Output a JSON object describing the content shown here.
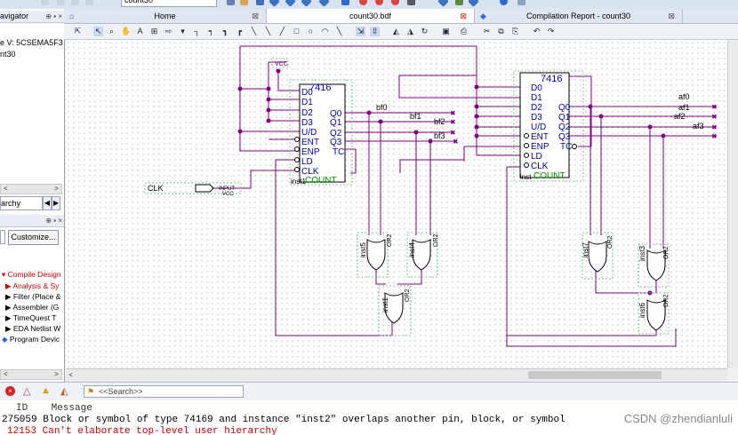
{
  "window": {
    "revision_combo": "count30"
  },
  "project_navigator": {
    "title": "avigator",
    "device": "e V: 5CSEMA5F3",
    "top_entity": "nt30"
  },
  "hierarchy_combo": "archy",
  "tasks": {
    "customize_label": "Customize...",
    "items": [
      "Compile Design",
      "Analysis & Sy",
      "Filter (Place &",
      "Assembler (G",
      "TimeQuest T",
      "EDA Netlist W",
      "Program Devic"
    ]
  },
  "tabs": [
    {
      "label": "Home"
    },
    {
      "label": "count30.bdf"
    },
    {
      "label": "Compilation Report - count30"
    }
  ],
  "schematic": {
    "vcc_label": "VCC",
    "counters": [
      {
        "type": "7416",
        "instance": "inst1",
        "footer": "COUNT",
        "pins": [
          "D0",
          "D1",
          "D2",
          "D3",
          "U/D",
          "ENT",
          "ENP",
          "LD",
          "CLK"
        ],
        "outputs": [
          "Q0",
          "Q1",
          "Q2",
          "Q3",
          "TC"
        ]
      },
      {
        "type": "7416",
        "instance": "inst",
        "footer": "COUNT",
        "pins": [
          "D0",
          "D1",
          "D2",
          "D3",
          "U/D",
          "ENT",
          "ENP",
          "LD",
          "CLK"
        ],
        "outputs": [
          "Q0",
          "Q1",
          "Q2",
          "Q3",
          "TC"
        ]
      }
    ],
    "input_pin": {
      "name": "CLK",
      "type": "INPUT",
      "label": "VCC"
    },
    "wire_labels_left": [
      "bf0",
      "bf1",
      "bf2",
      "bf3"
    ],
    "wire_labels_right": [
      "af0",
      "af1",
      "af2",
      "af3"
    ],
    "gates": [
      {
        "instance": "inst5",
        "type": "OR2"
      },
      {
        "instance": "inst4",
        "type": "OR2"
      },
      {
        "instance": "inst1",
        "type": "OR2"
      },
      {
        "instance": "inst7",
        "type": "OR2"
      },
      {
        "instance": "inst3",
        "type": "OR2"
      },
      {
        "instance": "inst6",
        "type": "OR2"
      }
    ]
  },
  "messages_panel": {
    "search_placeholder": "<<Search>>",
    "columns": {
      "id": "ID",
      "message": "Message"
    },
    "rows": [
      {
        "id": "275059",
        "text": "Block or symbol of type 74169 and instance \"inst2\" overlaps another pin, block, or symbol",
        "color": "#000000"
      },
      {
        "id": "12153",
        "text": "Can't elaborate top-level user hierarchy",
        "color": "#cc0000"
      }
    ]
  },
  "watermark": "CSDN @zhendianluli",
  "colors": {
    "wire": "#800080",
    "symbol_text": "#0000c0",
    "highlight_red": "#cc0000"
  }
}
